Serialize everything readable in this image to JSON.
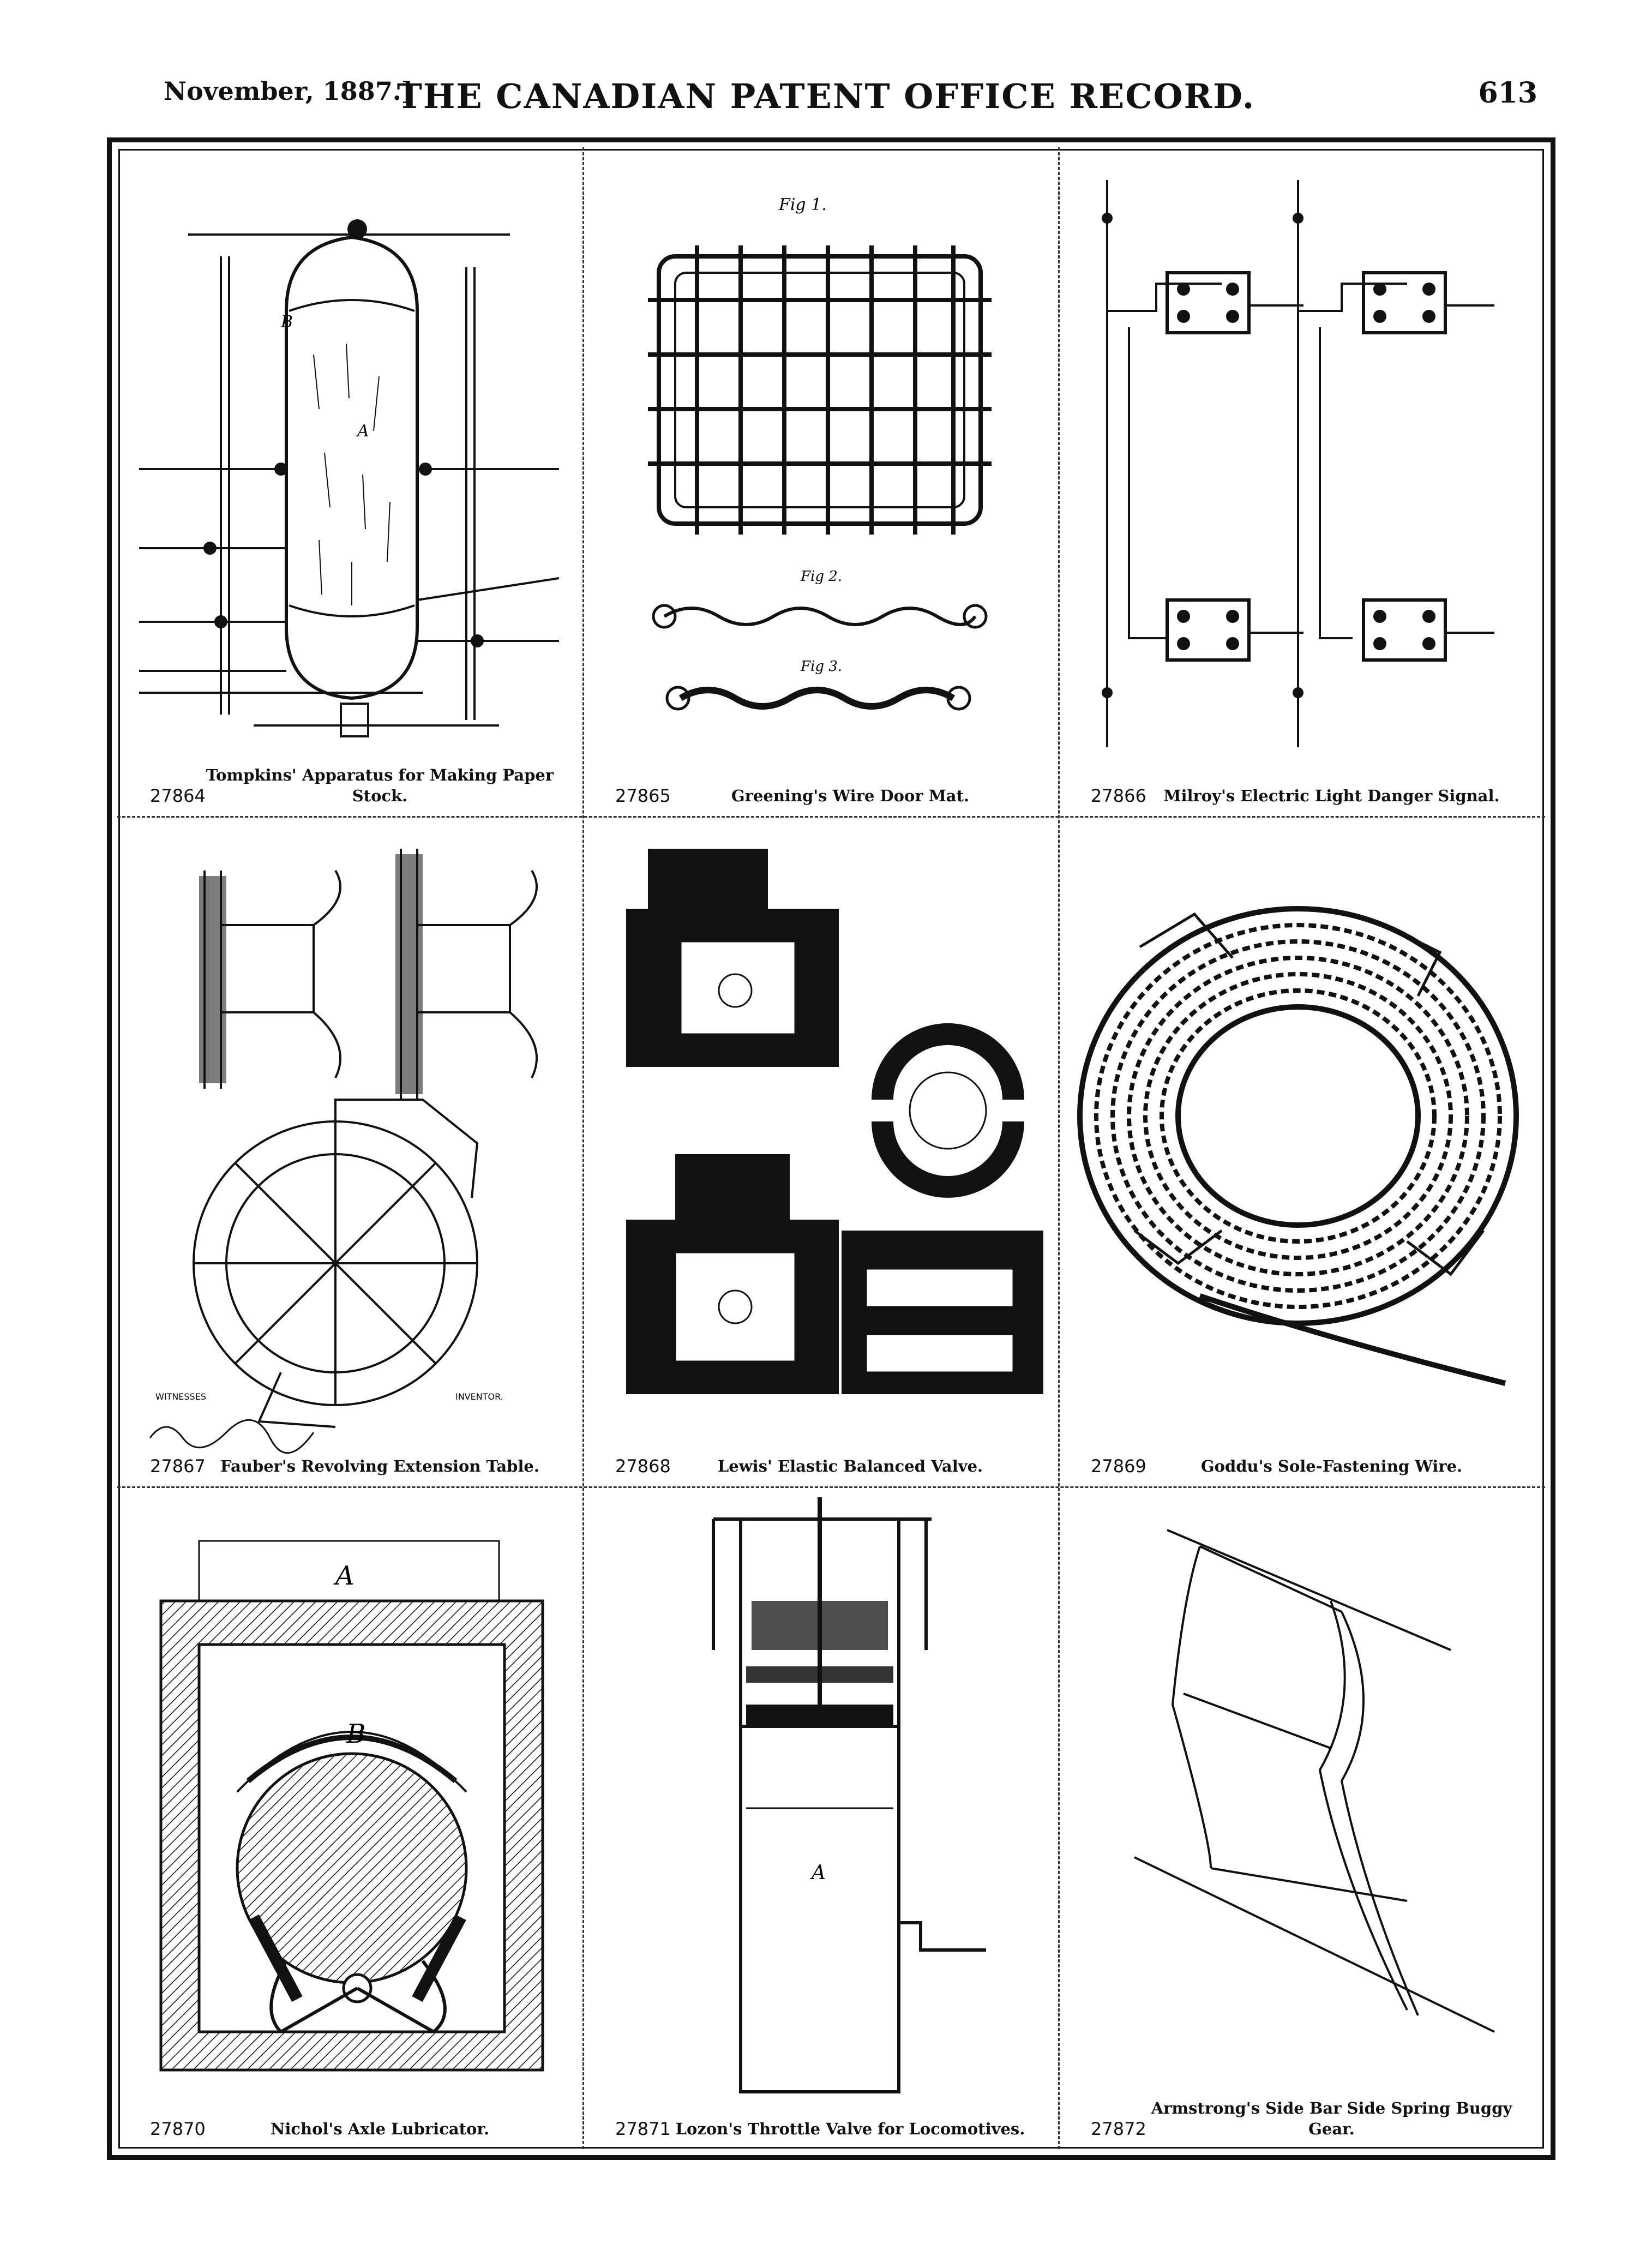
{
  "header": {
    "date": "November, 1887.]",
    "title": "THE CANADIAN PATENT OFFICE RECORD.",
    "page_number": "613"
  },
  "patents": [
    {
      "number": "27864",
      "title": "Tompkins' Apparatus for Making Paper Stock."
    },
    {
      "number": "27865",
      "title": "Greening's Wire Door Mat."
    },
    {
      "number": "27866",
      "title": "Milroy's Electric Light Danger Signal."
    },
    {
      "number": "27867",
      "title": "Fauber's Revolving Extension Table."
    },
    {
      "number": "27868",
      "title": "Lewis' Elastic Balanced Valve."
    },
    {
      "number": "27869",
      "title": "Goddu's Sole-Fastening Wire."
    },
    {
      "number": "27870",
      "title": "Nichol's Axle Lubricator."
    },
    {
      "number": "27871",
      "title": "Lozon's Throttle Valve for Locomotives."
    },
    {
      "number": "27872",
      "title": "Armstrong's Side Bar Side Spring Buggy Gear."
    }
  ],
  "figure_labels": {
    "fig1": "Fig 1.",
    "fig2": "Fig 2.",
    "fig3": "Fig 3.",
    "letter_a": "A",
    "letter_b": "B",
    "witnesses": "WITNESSES",
    "inventor": "INVENTOR."
  }
}
